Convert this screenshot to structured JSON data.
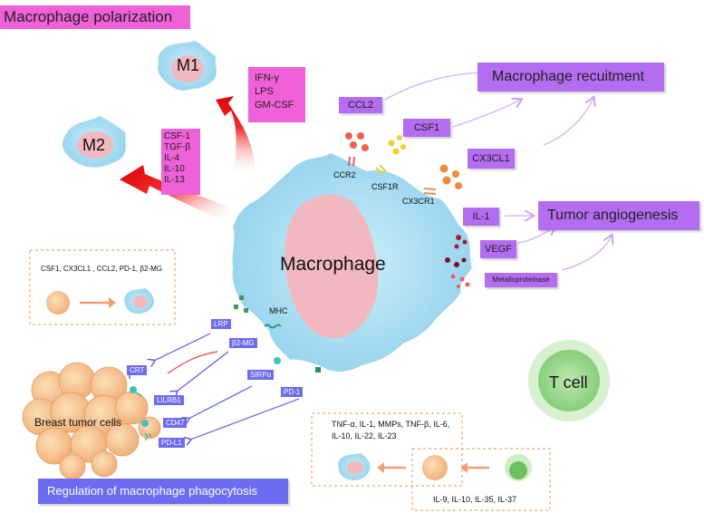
{
  "title": "Macrophage polarization",
  "m1": {
    "label": "M1",
    "signals": [
      "IFN-γ",
      "LPS",
      "GM-CSF"
    ]
  },
  "m2": {
    "label": "M2",
    "signals": [
      "CSF-1",
      "TGF-β",
      "IL-4",
      "IL-10",
      "IL-13"
    ]
  },
  "macrophage": {
    "label": "Macrophage"
  },
  "receptors": {
    "ccr2": "CCR2",
    "csf1r": "CSF1R",
    "cx3cr1": "CX3CR1",
    "mhc": "MHC"
  },
  "recruitment": {
    "title": "Macrophage recuitment",
    "factors": [
      "CCL2",
      "CSF1",
      "CX3CL1"
    ]
  },
  "angiogenesis": {
    "title": "Tumor angiogenesis",
    "factors": [
      "IL-1",
      "VEGF",
      "Metalloproteinase"
    ]
  },
  "tumor_factors_box": {
    "text": "CSF1, CX3CL1 , CCL2, PD-1, β2-MG"
  },
  "phagocytosis": {
    "title": "Regulation of macrophage phagocytosis",
    "tumor_label": "Breast tumor cells",
    "tumor_markers": [
      "CRT",
      "LILRB1",
      "CD47",
      "PD-L1"
    ],
    "macrophage_markers": [
      "LRP",
      "β2-MG",
      "SIRPα",
      "PD-1"
    ]
  },
  "tcell": {
    "label": "T cell",
    "secreted_text": "TNF-α, IL-1, MMPs, TNF-β, IL-6, IL-10, IL-22, IL-23",
    "cytokines_text": "IL-9, IL-10, IL-35, IL-37"
  },
  "colors": {
    "pink": "#f060d8",
    "purple": "#b46cf0",
    "blue": "#6c6cf0",
    "macrophage_fill": "#a8dcf0",
    "nucleus": "#f2b8bf",
    "red_arrow": "#ee1111",
    "orange": "#f0a070"
  }
}
